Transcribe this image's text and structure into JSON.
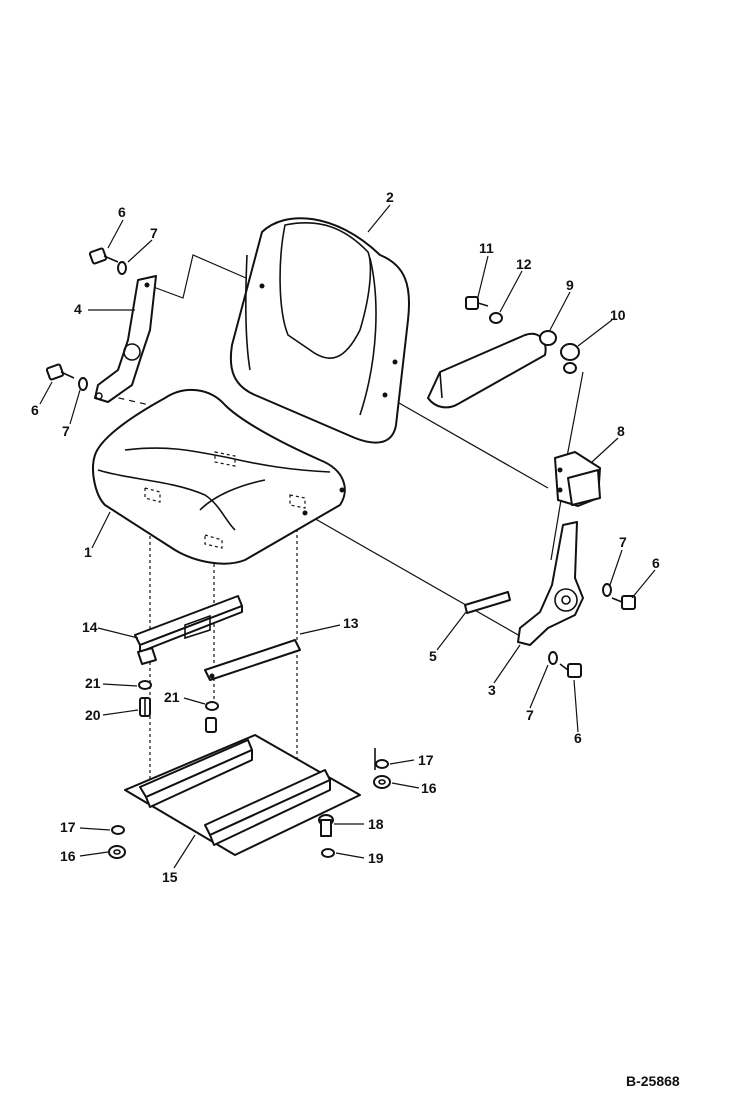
{
  "drawing_number": "B-25868",
  "callouts": [
    {
      "id": "c2",
      "num": "2"
    },
    {
      "id": "c6a",
      "num": "6"
    },
    {
      "id": "c7a",
      "num": "7"
    },
    {
      "id": "c4",
      "num": "4"
    },
    {
      "id": "c6b",
      "num": "6"
    },
    {
      "id": "c7b",
      "num": "7"
    },
    {
      "id": "c11",
      "num": "11"
    },
    {
      "id": "c12",
      "num": "12"
    },
    {
      "id": "c9",
      "num": "9"
    },
    {
      "id": "c10",
      "num": "10"
    },
    {
      "id": "c8",
      "num": "8"
    },
    {
      "id": "c1",
      "num": "1"
    },
    {
      "id": "c7c",
      "num": "7"
    },
    {
      "id": "c6c",
      "num": "6"
    },
    {
      "id": "c14",
      "num": "14"
    },
    {
      "id": "c13",
      "num": "13"
    },
    {
      "id": "c5",
      "num": "5"
    },
    {
      "id": "c3",
      "num": "3"
    },
    {
      "id": "c7d",
      "num": "7"
    },
    {
      "id": "c6d",
      "num": "6"
    },
    {
      "id": "c21a",
      "num": "21"
    },
    {
      "id": "c20",
      "num": "20"
    },
    {
      "id": "c21b",
      "num": "21"
    },
    {
      "id": "c17a",
      "num": "17"
    },
    {
      "id": "c16a",
      "num": "16"
    },
    {
      "id": "c18",
      "num": "18"
    },
    {
      "id": "c17b",
      "num": "17"
    },
    {
      "id": "c19",
      "num": "19"
    },
    {
      "id": "c16b",
      "num": "16"
    },
    {
      "id": "c15",
      "num": "15"
    }
  ]
}
